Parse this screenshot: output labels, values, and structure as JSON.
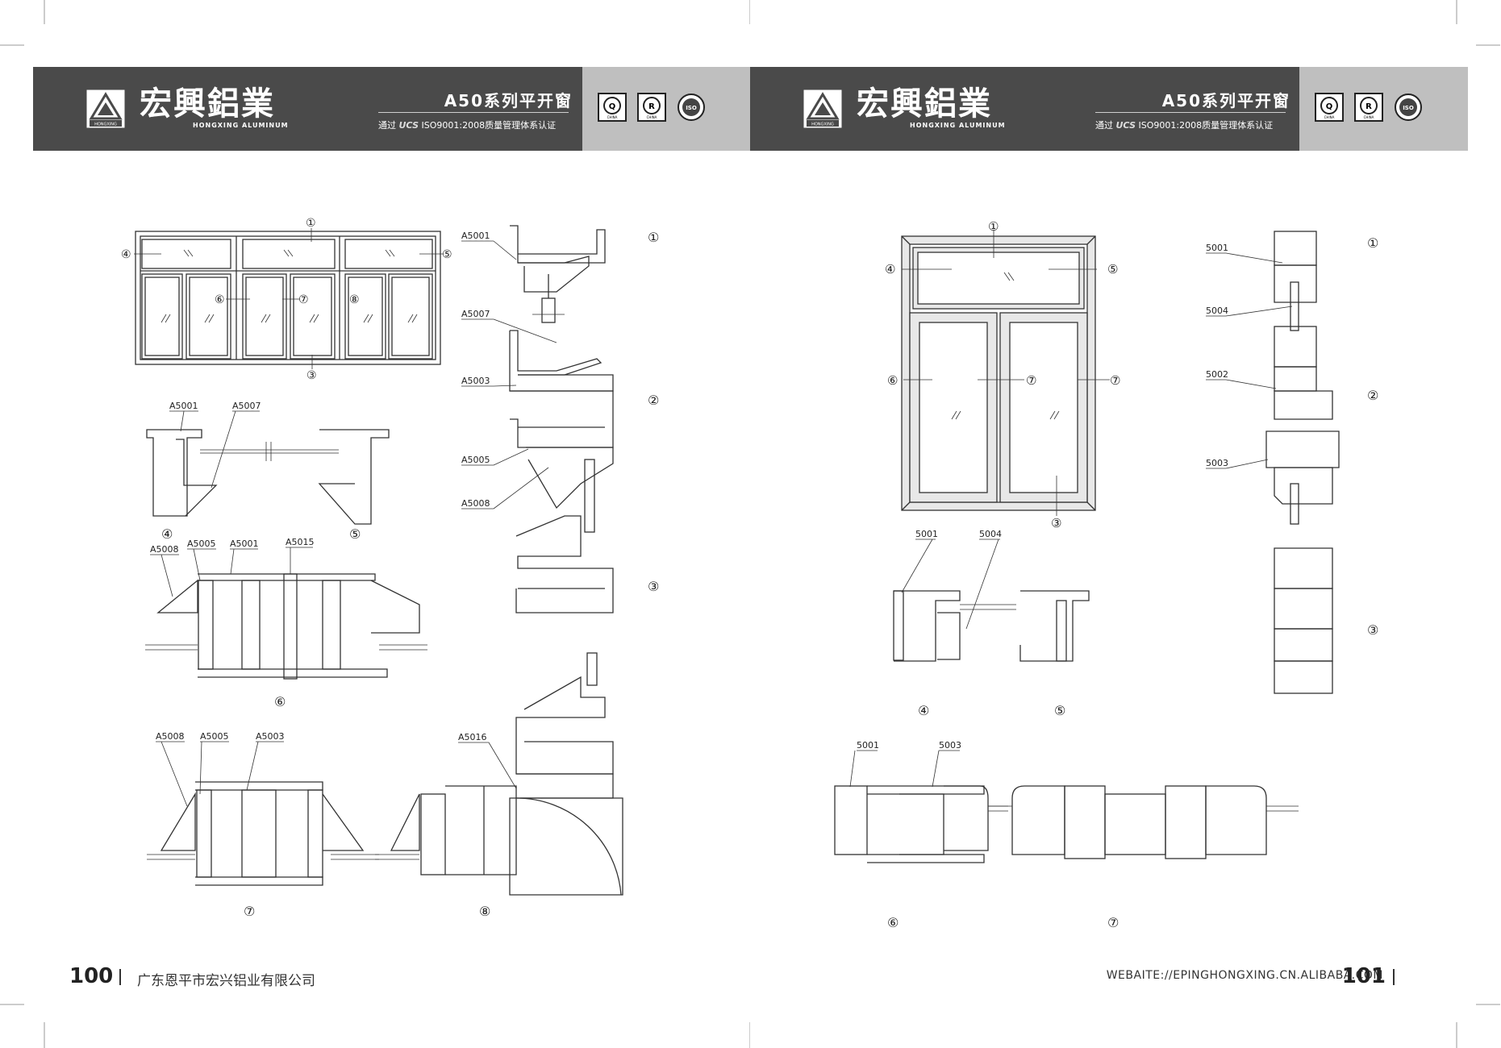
{
  "left_page": {
    "brand_cn": "宏興鋁業",
    "brand_en": "HONGXING ALUMINUM",
    "logo_text": "HONGXING",
    "series_title": "A50系列平开窗",
    "cert_prefix": "通过",
    "cert_mark": "UCS",
    "cert_text": "ISO9001:2008质量管理体系认证",
    "badges": [
      "Q",
      "R",
      "ISO"
    ],
    "badge_sub": "CHINA",
    "page_number": "100",
    "footer_text": "广东恩平市宏兴铝业有限公司",
    "window_labels": [
      "①",
      "④",
      "⑤",
      "⑥",
      "⑦",
      "⑧",
      "③"
    ],
    "detail_labels": {
      "d1": "①",
      "d2": "②",
      "d3": "③",
      "d4": "④",
      "d5": "⑤",
      "d6": "⑥",
      "d7": "⑦",
      "d8": "⑧"
    },
    "parts": {
      "a5001": "A5001",
      "a5007": "A5007",
      "a5003": "A5003",
      "a5005": "A5005",
      "a5008": "A5008",
      "a5015": "A5015",
      "a5016": "A5016"
    }
  },
  "right_page": {
    "brand_cn": "宏興鋁業",
    "brand_en": "HONGXING ALUMINUM",
    "logo_text": "HONGXING",
    "series_title": "A50系列平开窗",
    "cert_prefix": "通过",
    "cert_mark": "UCS",
    "cert_text": "ISO9001:2008质量管理体系认证",
    "badges": [
      "Q",
      "R",
      "ISO"
    ],
    "badge_sub": "CHINA",
    "page_number": "101",
    "footer_text": "WEBAITE://EPINGHONGXING.CN.ALIBABA.COM",
    "window_labels": [
      "①",
      "④",
      "⑤",
      "⑥",
      "⑦",
      "⑦",
      "③"
    ],
    "detail_labels": {
      "d1": "①",
      "d2": "②",
      "d3": "③",
      "d4": "④",
      "d5": "⑤",
      "d6": "⑥",
      "d7": "⑦"
    },
    "parts": {
      "p5001": "5001",
      "p5004": "5004",
      "p5002": "5002",
      "p5003": "5003"
    }
  },
  "colors": {
    "header_dark": "#4a4a4a",
    "header_grey": "#bfbfbf",
    "line": "#333333"
  }
}
